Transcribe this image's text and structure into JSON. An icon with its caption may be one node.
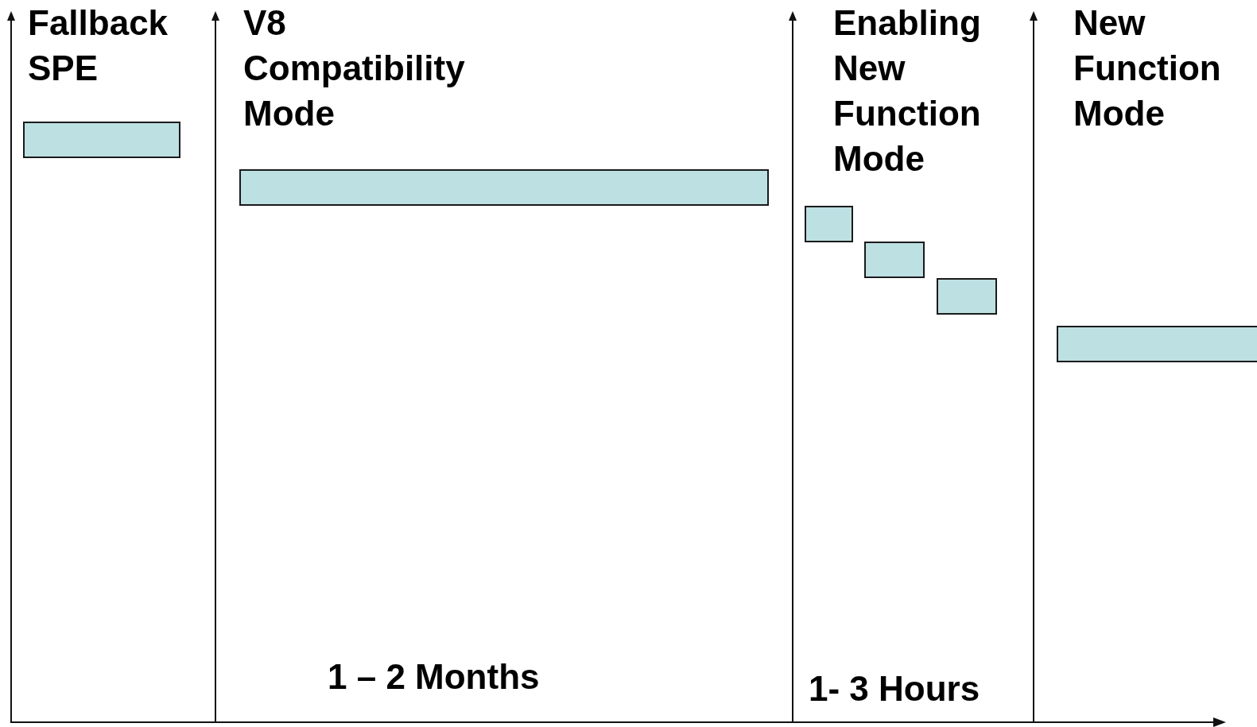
{
  "diagram": {
    "nodes": [
      {
        "text": [],
        "shape": "bar"
      },
      {
        "text": [],
        "shape": "bar"
      },
      {
        "text": [],
        "shape": "bar"
      },
      {
        "text": [],
        "shape": "bar"
      },
      {
        "text": [],
        "shape": "bar"
      },
      {
        "text": [],
        "shape": "bar"
      }
    ],
    "edges": [],
    "labels": [
      "Fallback SPE",
      "V8 Compatibility Mode",
      "Enabling New Function Mode",
      "New Function Mode",
      "1 – 2 Months",
      "1- 3 Hours"
    ]
  }
}
